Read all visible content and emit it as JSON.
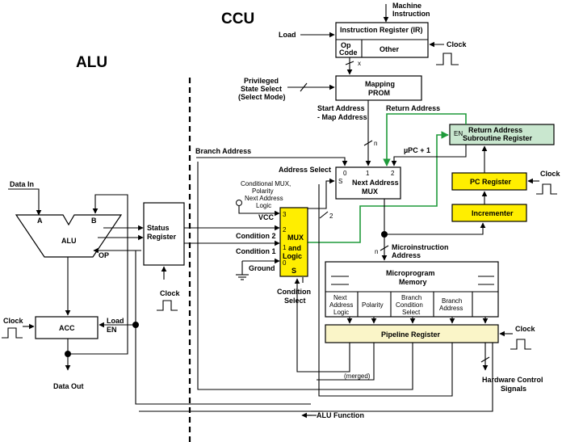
{
  "title": "CCU",
  "alu_heading": "ALU",
  "colors": {
    "yellow": "#ffee00",
    "pale_yellow": "#faf5c8",
    "green_box": "#c9e7cf",
    "green_line": "#1f9a3a"
  },
  "labels": {
    "machine_instruction_1": "Machine",
    "machine_instruction_2": "Instruction",
    "load": "Load",
    "ir": "Instruction Register  (IR)",
    "op": "Op",
    "code": "Code",
    "other": "Other",
    "clock_ir": "Clock",
    "x": "x",
    "privileged_1": "Privileged",
    "privileged_2": "State Select",
    "privileged_3": "(Select Mode)",
    "mapping_1": "Mapping",
    "mapping_2": "PROM",
    "start_addr_1": "Start Address",
    "start_addr_2": "- Map Address",
    "return_address": "Return Address",
    "ras_en": "EN",
    "ras_1": "Return Address",
    "ras_2": "Subroutine Register",
    "n_top": "n",
    "upc": "µPC + 1",
    "branch_address": "Branch Address",
    "address_select": "Address Select",
    "mux_0": "0",
    "mux_1": "1",
    "mux_2": "2",
    "mux_s": "S",
    "next_addr_1": "Next Address",
    "next_addr_2": "MUX",
    "clock_pc": "Clock",
    "pc_register": "PC Register",
    "cond_1": "Conditional MUX,",
    "cond_2": "Polarity",
    "cond_3": "Next Address",
    "cond_4": "Logic",
    "vcc": "VCC",
    "two": "2",
    "incrementer": "Incrementer",
    "data_in": "Data In",
    "a": "A",
    "b": "B",
    "alu": "ALU",
    "status_1": "Status",
    "status_2": "Register",
    "condition2": "Condition 2",
    "condition1": "Condition 1",
    "ground": "Ground",
    "mux_in_3": "3",
    "mux_in_2": "2",
    "mux_in_1": "1",
    "mux_in_0": "0",
    "mux_l1": "MUX",
    "mux_l2": "and",
    "mux_l3": "Logic",
    "mux_ls": "S",
    "n_mid": "n",
    "micro_addr_1": "Microinstruction",
    "micro_addr_2": "Address",
    "op_label": "OP",
    "condition_select_1": "Condition",
    "condition_select_2": "Select",
    "clock_status": "Clock",
    "memory_1": "Microprogram",
    "memory_2": "Memory",
    "f_next_1": "Next",
    "f_next_2": "Address",
    "f_next_3": "Logic",
    "f_polarity": "Polarity",
    "f_branch_cond_1": "Branch",
    "f_branch_cond_2": "Condition",
    "f_branch_cond_3": "Select",
    "f_branch_addr_1": "Branch",
    "f_branch_addr_2": "Address",
    "clock_acc": "Clock",
    "acc": "ACC",
    "acc_load": "Load",
    "acc_en": "EN",
    "pipeline": "Pipeline Register",
    "clock_pipe": "Clock",
    "merged": "(merged)",
    "hw_1": "Hardware Control",
    "hw_2": "Signals",
    "data_out": "Data Out",
    "alu_function": "ALU Function"
  }
}
